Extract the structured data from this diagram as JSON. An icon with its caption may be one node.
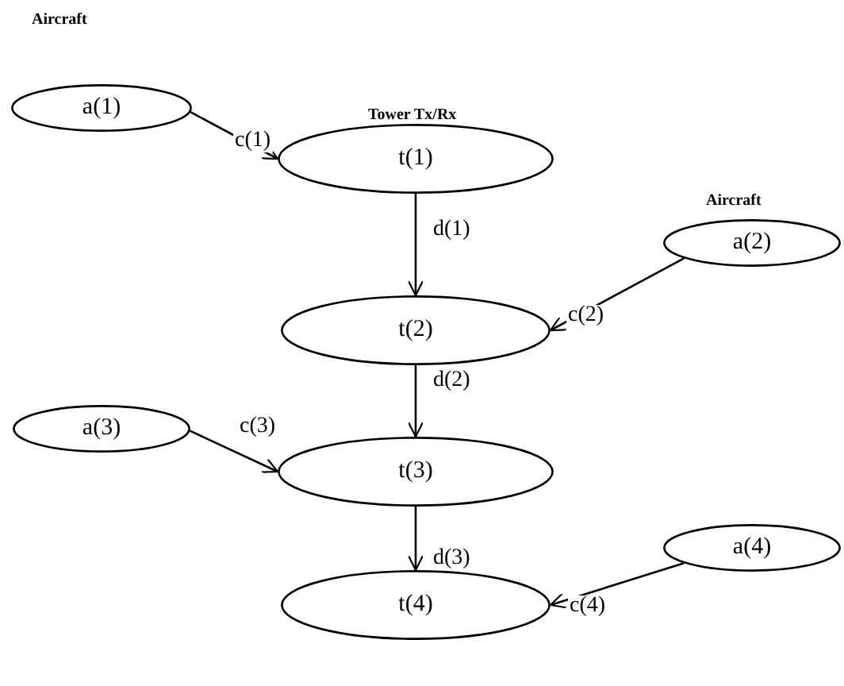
{
  "diagram": {
    "nodes": [
      {
        "text": [
          "a(1)"
        ]
      },
      {
        "text": [
          "t(1)"
        ]
      },
      {
        "text": [
          "a(2)"
        ]
      },
      {
        "text": [
          "t(2)"
        ]
      },
      {
        "text": [
          "a(3)"
        ]
      },
      {
        "text": [
          "t(3)"
        ]
      },
      {
        "text": [
          "a(4)"
        ]
      },
      {
        "text": [
          "t(4)"
        ]
      }
    ],
    "edges": [
      {
        "from": 0,
        "to": 1,
        "arrow": "to",
        "label": "c(1)"
      },
      {
        "from": 1,
        "to": 3,
        "arrow": "to",
        "label": "d(1)"
      },
      {
        "from": 2,
        "to": 3,
        "arrow": "to",
        "label": "c(2)"
      },
      {
        "from": 3,
        "to": 5,
        "arrow": "to",
        "label": "d(2)"
      },
      {
        "from": 4,
        "to": 5,
        "arrow": "to",
        "label": "c(3)"
      },
      {
        "from": 5,
        "to": 7,
        "arrow": "to",
        "label": "d(3)"
      },
      {
        "from": 6,
        "to": 7,
        "arrow": "to",
        "label": "c(4)"
      }
    ],
    "labels": [
      "Aircraft",
      "Tower Tx/Rx",
      "Aircraft"
    ]
  }
}
